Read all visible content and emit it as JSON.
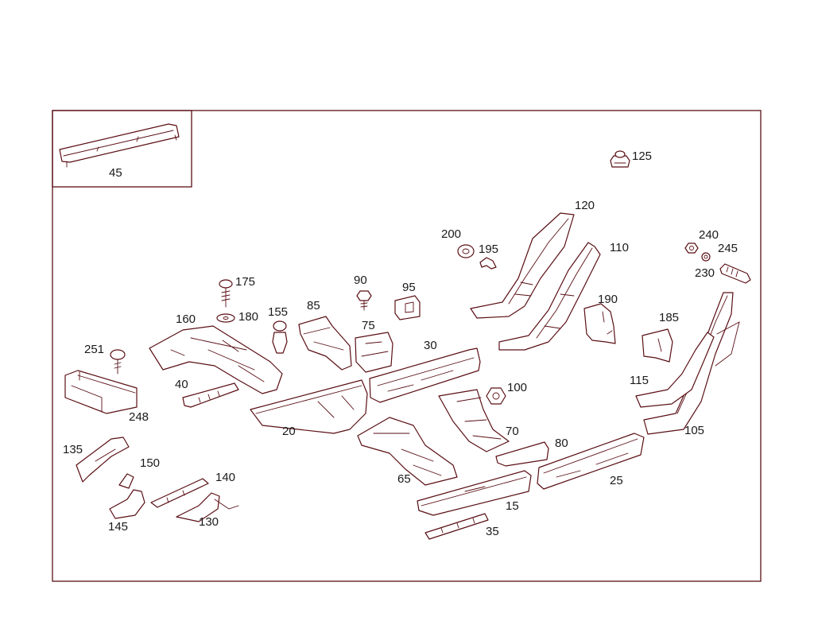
{
  "diagram": {
    "inset_label": "45",
    "labels": {
      "p15": "15",
      "p20": "20",
      "p25": "25",
      "p30": "30",
      "p35": "35",
      "p40": "40",
      "p45": "45",
      "p65": "65",
      "p70": "70",
      "p75": "75",
      "p80": "80",
      "p85": "85",
      "p90": "90",
      "p95": "95",
      "p100": "100",
      "p105": "105",
      "p110": "110",
      "p115": "115",
      "p120": "120",
      "p125": "125",
      "p130": "130",
      "p135": "135",
      "p140": "140",
      "p145": "145",
      "p150": "150",
      "p155": "155",
      "p160": "160",
      "p175": "175",
      "p180": "180",
      "p185": "185",
      "p190": "190",
      "p195": "195",
      "p200": "200",
      "p230": "230",
      "p240": "240",
      "p245": "245",
      "p248": "248",
      "p251": "251"
    }
  },
  "colors": {
    "line": "#5a0f14",
    "text": "#1a1a1a",
    "background": "#ffffff"
  }
}
